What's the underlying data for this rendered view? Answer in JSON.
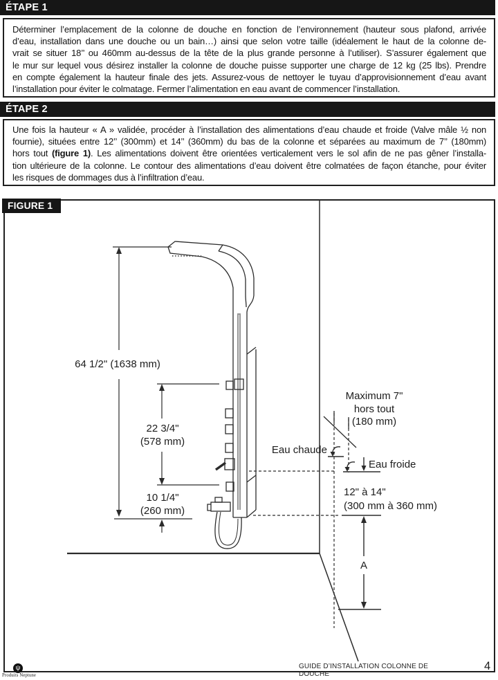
{
  "etape1": {
    "title": "ÉTAPE 1",
    "lines": [
      {
        "parts": [
          {
            "t": "Déterminer l’emplacement de la colonne de douche en fonction de l’environnement (hauteur sous plafond, arrivée"
          }
        ]
      },
      {
        "parts": [
          {
            "t": "d’eau, installation dans une douche ou un bain…) ainsi que selon votre taille (idéalement le haut de la colonne de-"
          }
        ]
      },
      {
        "parts": [
          {
            "t": "vrait se situer 18’’ ou 460mm au-dessus de la tête de la plus grande personne à l’utiliser). S’assurer également que"
          }
        ]
      },
      {
        "parts": [
          {
            "t": "le mur sur lequel vous désirez installer la colonne de douche puisse supporter une charge de 12 kg (25 lbs). Prendre"
          }
        ]
      },
      {
        "parts": [
          {
            "t": "en compte également la hauteur finale des jets. Assurez-vous de nettoyer le tuyau d’approvisionnement d’eau avant"
          }
        ]
      },
      {
        "parts": [
          {
            "t": "l’installation pour éviter le colmatage. Fermer l’alimentation en eau avant de commencer l’installation."
          }
        ],
        "last": true
      }
    ]
  },
  "etape2": {
    "title": "ÉTAPE 2",
    "lines": [
      {
        "parts": [
          {
            "t": "Une fois la hauteur « A » validée, procéder à l’installation des alimentations d’eau chaude et froide (Valve mâle ½ non"
          }
        ]
      },
      {
        "parts": [
          {
            "t": "fournie), situées entre 12’’ (300mm) et 14’’ (360mm) du bas de la colonne et séparées au maximum de 7’’ (180mm)"
          }
        ]
      },
      {
        "parts": [
          {
            "t": "hors tout "
          },
          {
            "t": "(figure 1)",
            "b": true
          },
          {
            "t": ". Les alimentations doivent être orientées verticalement vers le sol afin de ne pas gêner l’installa-"
          }
        ]
      },
      {
        "parts": [
          {
            "t": "tion ultérieure de la colonne. Le contour des alimentations d’eau doivent être colmatées de façon étanche, pour éviter"
          }
        ]
      },
      {
        "parts": [
          {
            "t": "les risques de dommages dus à l’infiltration d’eau."
          }
        ],
        "last": true
      }
    ]
  },
  "figure": {
    "title": "FIGURE 1",
    "labels": {
      "dim_height": "64 1/2\" (1638 mm)",
      "dim_jets_in": "22 3/4\"",
      "dim_jets_mm": "(578 mm)",
      "dim_spout_in": "10 1/4\"",
      "dim_spout_mm": "(260 mm)",
      "max_line1": "Maximum 7\"",
      "max_line2": "hors tout",
      "max_line3": "(180 mm)",
      "hot_water": "Eau chaude",
      "cold_water": "Eau froide",
      "supply_range_in": "12\" à 14\"",
      "supply_range_mm": "(300 mm à 360 mm)",
      "dim_a": "A"
    }
  },
  "footer": {
    "doc_title": "GUIDE D’INSTALLATION COLONNE DE DOUCHE",
    "page_number": "4",
    "brand": "Produits Neptune",
    "logo_glyph": "ψ"
  },
  "colors": {
    "bar_background": "#161616",
    "line_color": "#2b2b2b",
    "text_color": "#1a1a1a"
  }
}
